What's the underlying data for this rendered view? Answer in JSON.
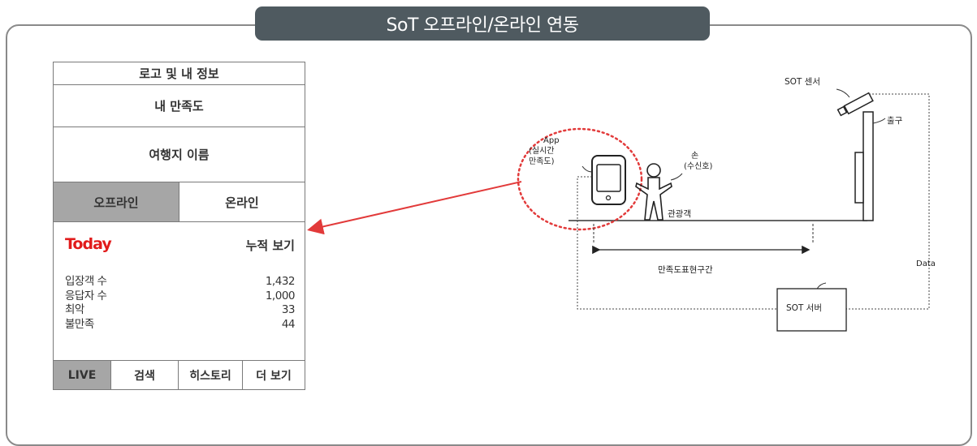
{
  "title": "SoT 오프라인/온라인 연동",
  "panel": {
    "logo_row": "로고 및 내 정보",
    "satisfaction_row": "내 만족도",
    "destination_row": "여행지 이름",
    "tabs": [
      "오프라인",
      "온라인"
    ],
    "today_label": "Today",
    "cumulative_label": "누적 보기",
    "stats": [
      {
        "label": "입장객 수",
        "value": "1,432"
      },
      {
        "label": "응답자 수",
        "value": "1,000"
      },
      {
        "label": "최악",
        "value": "33"
      },
      {
        "label": "불만족",
        "value": "44"
      }
    ],
    "bottom_tabs": [
      "LIVE",
      "검색",
      "히스토리",
      "더 보기"
    ]
  },
  "diagram": {
    "sensor_label": "SOT 센서",
    "exit_label": "출구",
    "app_label_lines": [
      "App",
      "(실시간",
      "만족도)"
    ],
    "hand_label_lines": [
      "손",
      "(수신호)"
    ],
    "tourist_label": "관광객",
    "section_label": "만족도표현구간",
    "data_label": "Data",
    "server_label": "SOT 서버"
  },
  "colors": {
    "title_bg": "#4f5a60",
    "today_red": "#e11b1b",
    "arrow_red": "#e23a3a",
    "active_tab": "#a6a6a6"
  }
}
